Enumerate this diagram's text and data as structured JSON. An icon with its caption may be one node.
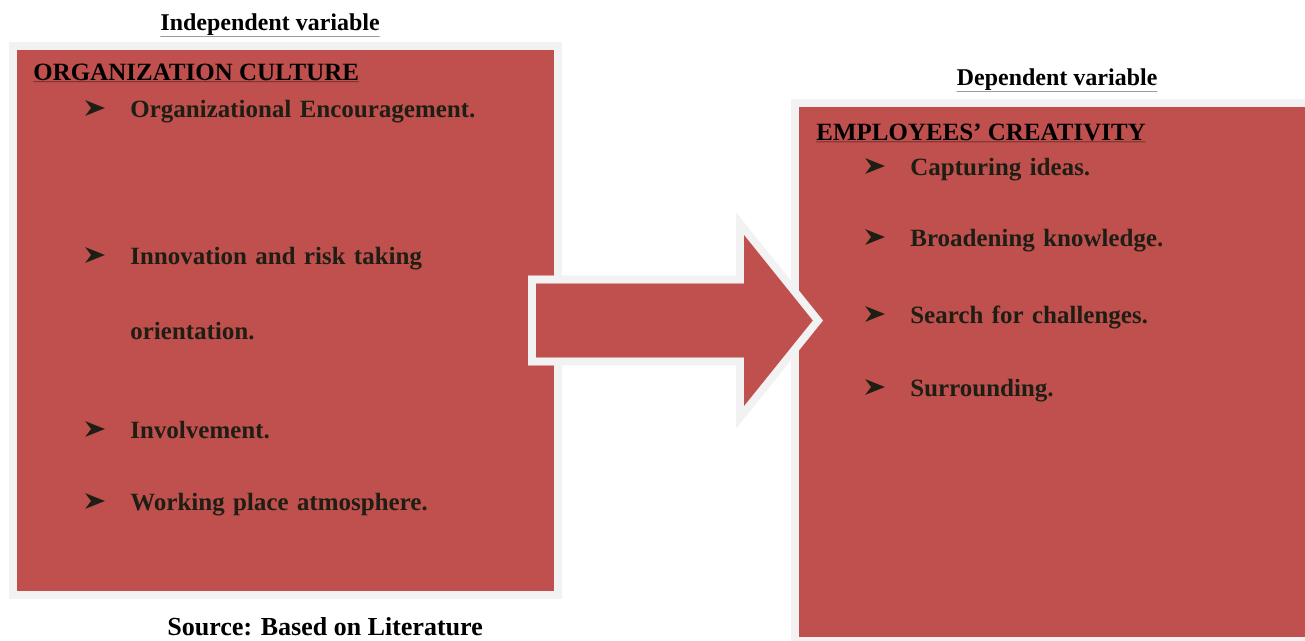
{
  "diagram": {
    "nodes": [
      {
        "text": [
          "Independent variable",
          "ORGANIZATION CULTURE",
          "Organizational Encouragement.",
          "Innovation and risk taking orientation.",
          "Involvement.",
          "Working place atmosphere."
        ]
      },
      {
        "text": [
          "Dependent variable",
          "EMPLOYEES’ CREATIVITY",
          "Capturing ideas.",
          "Broadening knowledge.",
          "Search for challenges.",
          "Surrounding."
        ]
      }
    ],
    "edges": [
      {
        "from": 0,
        "to": 1,
        "arrow": "to"
      }
    ],
    "labels": [
      "Source: Based on Literature"
    ]
  }
}
